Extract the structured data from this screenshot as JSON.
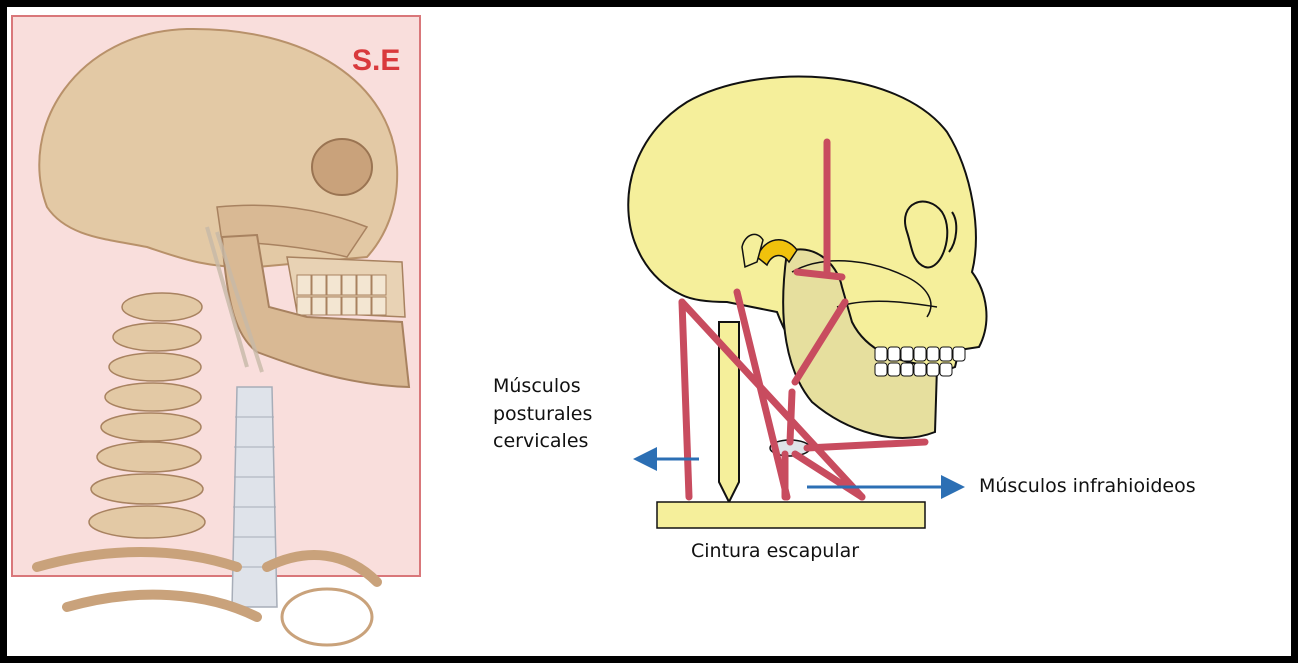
{
  "left_panel": {
    "watermark": "S.E",
    "colors": {
      "bone": "#e3c9a5",
      "box_border": "#d9777a",
      "box_fill": "#f9dedc",
      "watermark": "#d9393c"
    }
  },
  "right_panel": {
    "labels": {
      "postural": [
        "Músculos",
        "posturales",
        "cervicales"
      ],
      "infrahyoid": "Músculos infrahioideos",
      "girdle": "Cintura escapular"
    },
    "colors": {
      "skull": "#f5ef9b",
      "mandible": "#e6df9e",
      "muscle": "#c84c5f",
      "arrow": "#2c6fb4",
      "joint": "#f0c20c"
    }
  }
}
